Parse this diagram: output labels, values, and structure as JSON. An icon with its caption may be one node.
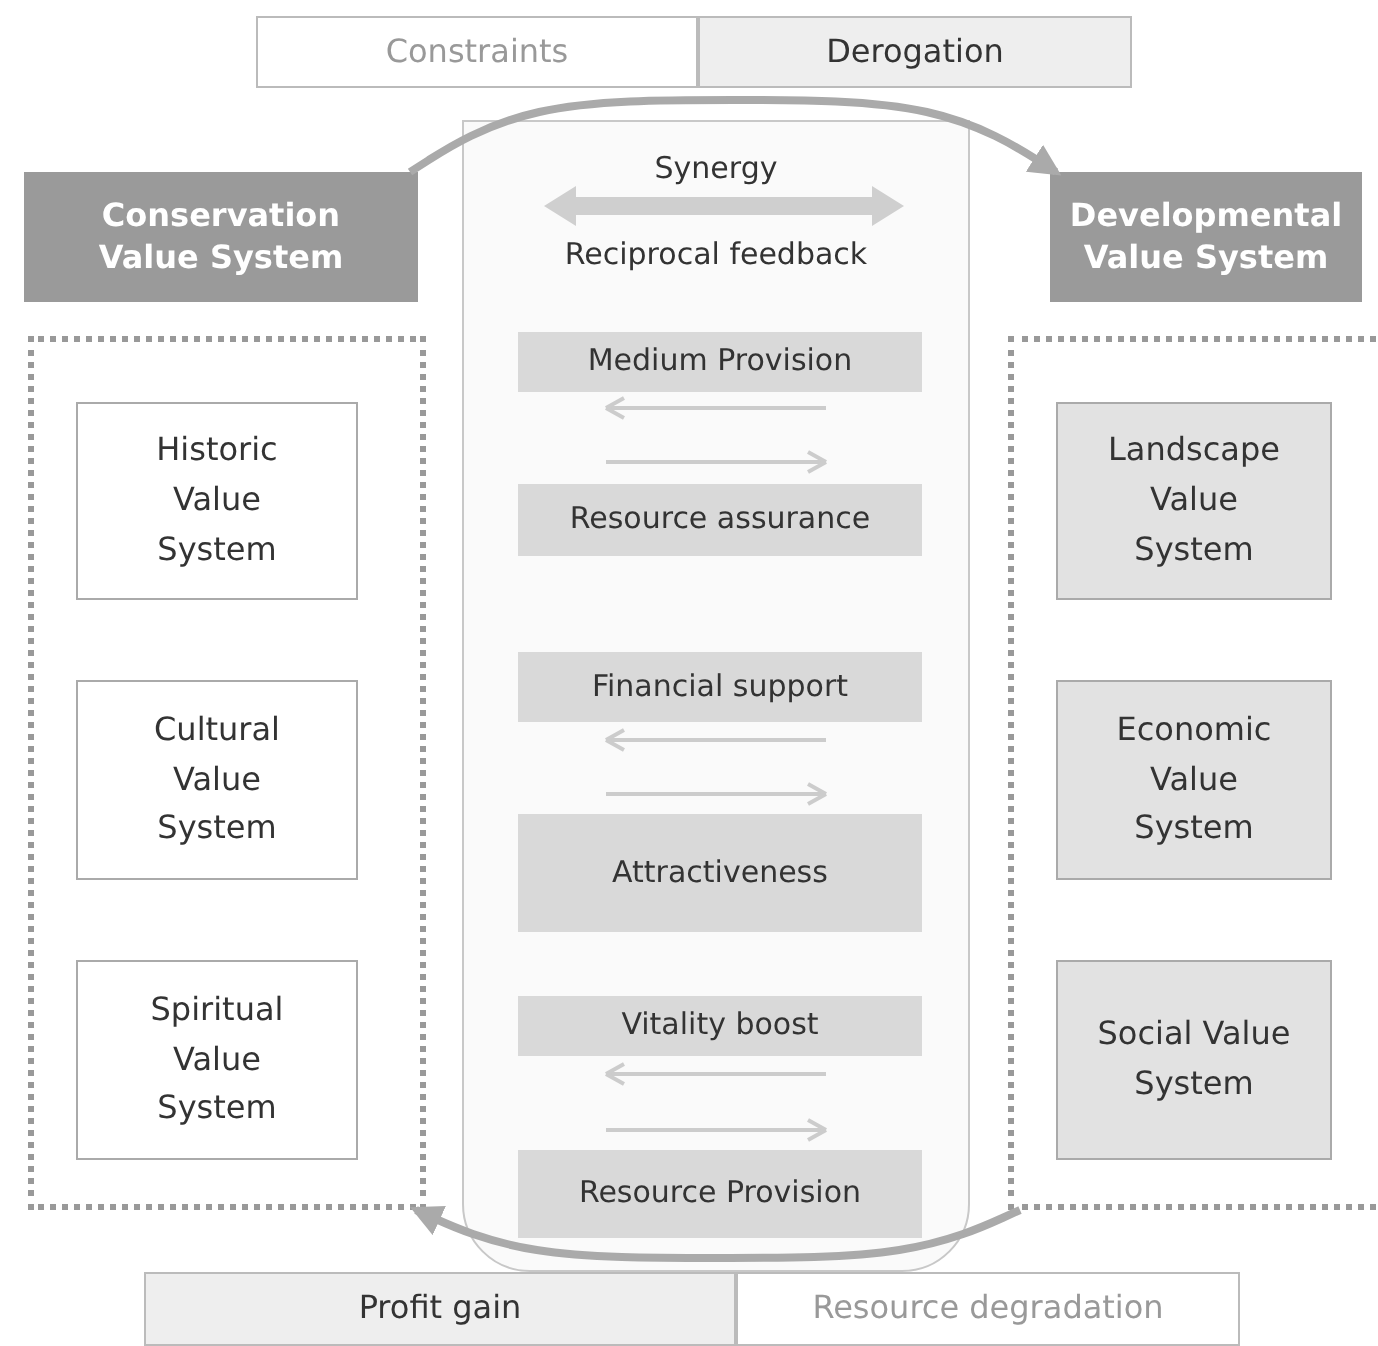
{
  "diagram": {
    "nodes": [
      {
        "text": [
          "Constraints"
        ]
      },
      {
        "text": [
          "Derogation"
        ]
      },
      {
        "text": [
          "Conservation Value System"
        ]
      },
      {
        "text": [
          "Developmental Value System"
        ]
      },
      {
        "text": [],
        "shape": "box"
      },
      {
        "text": [
          "Historic Value System"
        ],
        "in": 4
      },
      {
        "text": [
          "Cultural Value System"
        ],
        "in": 4
      },
      {
        "text": [
          "Spiritual Value System"
        ],
        "in": 4
      },
      {
        "text": [],
        "shape": "box"
      },
      {
        "text": [
          "Landscape Value System"
        ],
        "in": 8
      },
      {
        "text": [
          "Economic Value System"
        ],
        "in": 8
      },
      {
        "text": [
          "Social Value System"
        ],
        "in": 8
      },
      {
        "text": [
          "Synergy",
          "Reciprocal feedback"
        ]
      },
      {
        "text": [
          "Medium Provision"
        ],
        "in": 12
      },
      {
        "text": [
          "Resource assurance"
        ],
        "in": 12
      },
      {
        "text": [
          "Financial support"
        ],
        "in": 12
      },
      {
        "text": [
          "Attractiveness"
        ],
        "in": 12
      },
      {
        "text": [
          "Vitality boost"
        ],
        "in": 12
      },
      {
        "text": [
          "Resource Provision"
        ],
        "in": 12
      },
      {
        "text": [
          "Profit gain"
        ]
      },
      {
        "text": [
          "Resource degradation"
        ]
      }
    ],
    "edges": [
      {
        "from": 2,
        "to": 3,
        "arrow": "to"
      },
      {
        "from": 8,
        "to": 4,
        "arrow": "to"
      }
    ]
  }
}
